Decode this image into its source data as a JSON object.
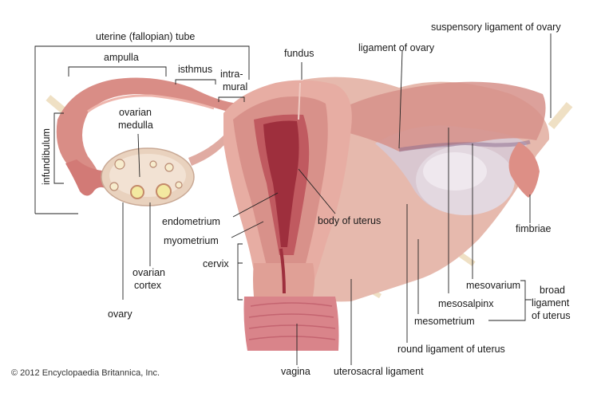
{
  "labels": {
    "uterine_tube": "uterine (fallopian) tube",
    "ampulla": "ampulla",
    "isthmus": "isthmus",
    "intramural_1": "intra-",
    "intramural_2": "mural",
    "fundus": "fundus",
    "ligament_of_ovary": "ligament of ovary",
    "suspensory_ligament": "suspensory ligament of ovary",
    "infundibulum": "infundibulum",
    "ovarian_medulla_1": "ovarian",
    "ovarian_medulla_2": "medulla",
    "endometrium": "endometrium",
    "body_of_uterus": "body of uterus",
    "myometrium": "myometrium",
    "cervix": "cervix",
    "ovarian_cortex_1": "ovarian",
    "ovarian_cortex_2": "cortex",
    "ovary": "ovary",
    "fimbriae": "fimbriae",
    "mesovarium": "mesovarium",
    "mesosalpinx": "mesosalpinx",
    "mesometrium": "mesometrium",
    "broad_ligament_1": "broad",
    "broad_ligament_2": "ligament",
    "broad_ligament_3": "of uterus",
    "round_ligament": "round ligament of uterus",
    "vagina": "vagina",
    "uterosacral_ligament": "uterosacral ligament",
    "copyright": "© 2012 Encyclopaedia Britannica, Inc."
  },
  "colors": {
    "tissue_light": "#e9b3a8",
    "tissue_mid": "#d98f85",
    "tissue_dark": "#b8575a",
    "cavity": "#9e2f3d",
    "ovary": "#e7d4c3",
    "ligament_gray": "#d8c4cc",
    "bone_stub": "#efe0c4"
  }
}
